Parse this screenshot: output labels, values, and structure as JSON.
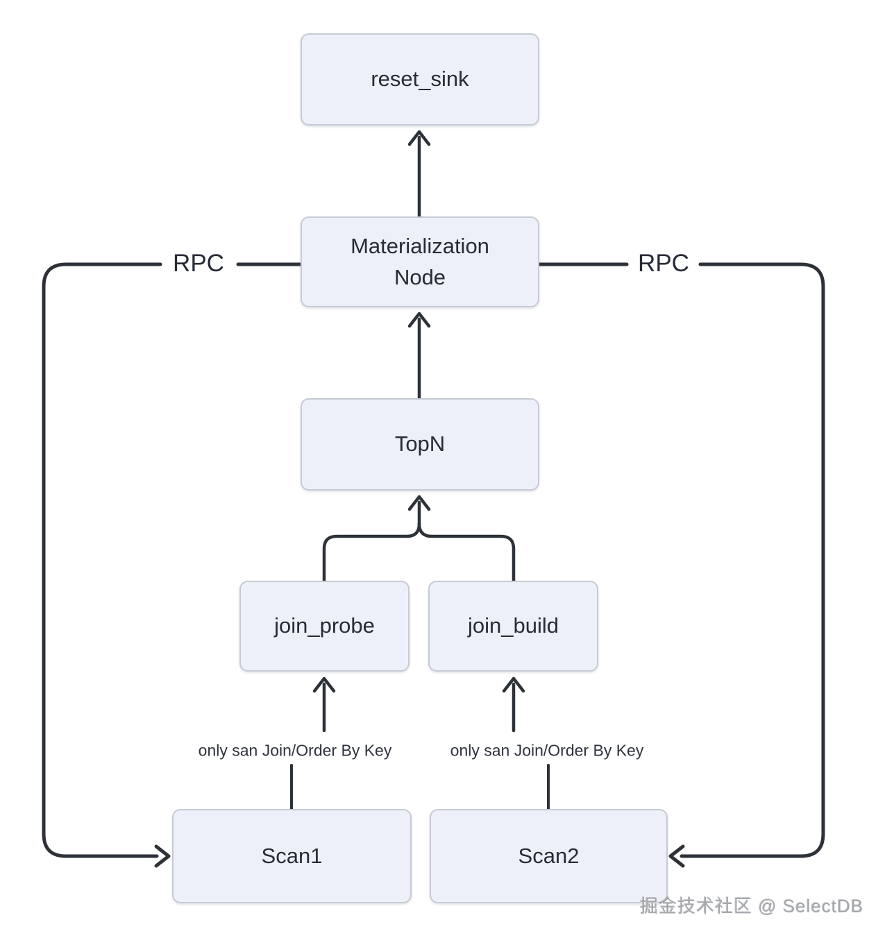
{
  "diagram": {
    "nodes": {
      "reset_sink": {
        "label": "reset_sink"
      },
      "materialization": {
        "label": "Materialization\nNode"
      },
      "topn": {
        "label": "TopN"
      },
      "join_probe": {
        "label": "join_probe"
      },
      "join_build": {
        "label": "join_build"
      },
      "scan1": {
        "label": "Scan1"
      },
      "scan2": {
        "label": "Scan2"
      }
    },
    "edge_labels": {
      "rpc_left": "RPC",
      "rpc_right": "RPC",
      "scan1_to_join_probe": "only san Join/Order By Key",
      "scan2_to_join_build": "only san Join/Order By Key"
    },
    "watermark": "掘金技术社区 @ SelectDB",
    "colors": {
      "canvas-bg": "#ffffff",
      "node-fill": "#edf0f8",
      "node-border": "#c6cad3",
      "node-text": "#262b36",
      "line-color": "#2d3138",
      "label-text": "#2e333d",
      "watermark-color": "#a3a6ab"
    }
  }
}
